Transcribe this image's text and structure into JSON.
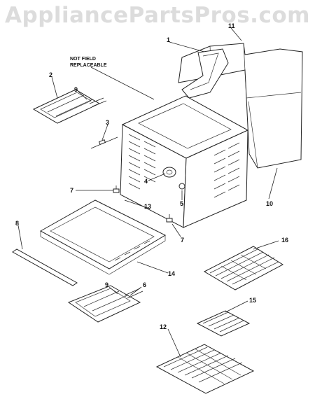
{
  "watermark": "AppliancePartsPros.com",
  "note": {
    "line1": "NOT FIELD",
    "line2": "REPLACEABLE"
  },
  "callouts": {
    "c1": "1",
    "c2": "2",
    "c3": "3",
    "c4": "4",
    "c5": "5",
    "c6": "6",
    "c7a": "7",
    "c7b": "7",
    "c8": "8",
    "c9a": "9",
    "c9b": "9",
    "c10": "10",
    "c11": "11",
    "c12": "12",
    "c13": "13",
    "c14": "14",
    "c15": "15",
    "c16": "16"
  }
}
